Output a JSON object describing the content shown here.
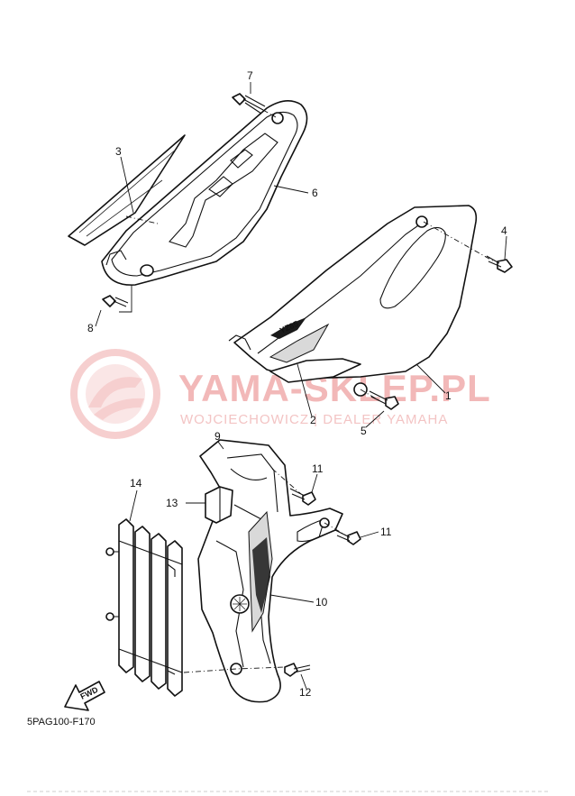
{
  "watermark": {
    "brand": "YAMA-SKLEP.PL",
    "subtitle": "WOJCIECHOWICZ | DEALER YAMAHA",
    "color": "#f0a8a8"
  },
  "drawing_code": "5PAG100-F170",
  "fwd_label": "FWD",
  "callouts": {
    "c1": "1",
    "c2": "2",
    "c3": "3",
    "c4": "4",
    "c5": "5",
    "c6": "6",
    "c7": "7",
    "c8": "8",
    "c9": "9",
    "c10": "10",
    "c11a": "11",
    "c11b": "11",
    "c12": "12",
    "c13": "13",
    "c14": "14"
  },
  "side_cover_model_decal": "YZ85"
}
